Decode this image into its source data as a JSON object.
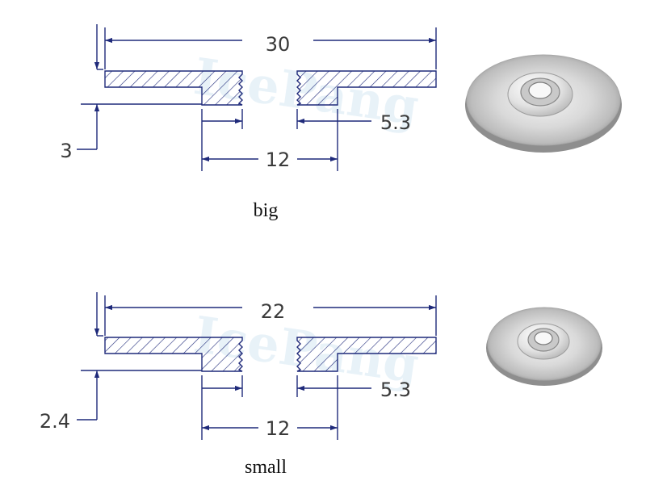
{
  "colors": {
    "line": "#1f2a7a",
    "text": "#3a3a3a",
    "caption": "#111111"
  },
  "watermark": {
    "text": "IcePang"
  },
  "big": {
    "dim_overall": "30",
    "dim_thickness": "3",
    "dim_hole": "5.3",
    "dim_boss": "12",
    "caption": "big"
  },
  "small": {
    "dim_overall": "22",
    "dim_thickness": "2.4",
    "dim_hole": "5.3",
    "dim_boss": "12",
    "caption": "small"
  }
}
